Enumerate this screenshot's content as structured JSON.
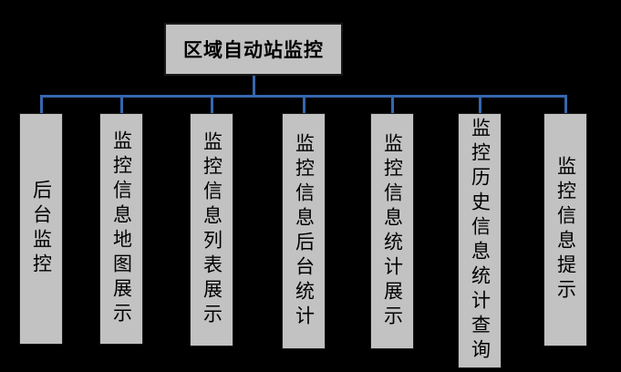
{
  "diagram": {
    "root": {
      "label": "区域自动站监控"
    },
    "children": [
      {
        "label": "后台监控"
      },
      {
        "label": "监控信息地图展示"
      },
      {
        "label": "监控信息列表展示"
      },
      {
        "label": "监控信息后台统计"
      },
      {
        "label": "监控信息统计展示"
      },
      {
        "label": "监控历史信息统计查询"
      },
      {
        "label": "监控信息提示"
      }
    ]
  },
  "colors": {
    "background": "#000000",
    "box_fill": "#c2c2c2",
    "box_border": "#1a1a1a",
    "connector_line": "#3766ae",
    "text": "#000000"
  }
}
